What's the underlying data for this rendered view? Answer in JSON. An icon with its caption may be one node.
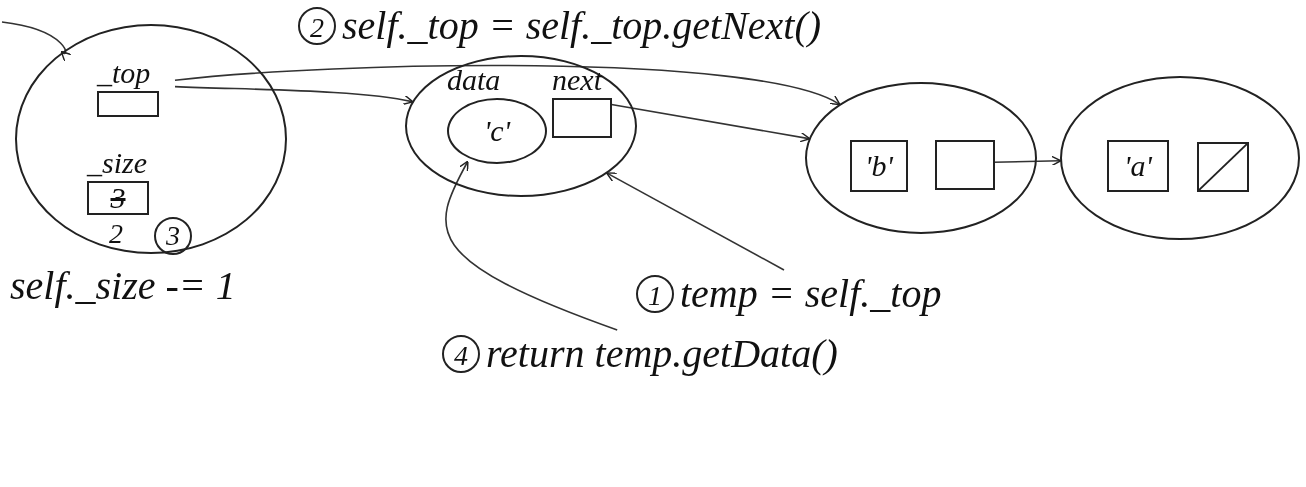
{
  "diagram": {
    "nodes": [
      {
        "text": [],
        "shape": "circle"
      },
      {
        "text": [
          "_top"
        ],
        "in": 0
      },
      {
        "text": [
          "_size",
          "3"
        ],
        "in": 0,
        "beside": [
          "2"
        ]
      },
      {
        "text": [],
        "shape": "circle"
      },
      {
        "text": [
          "data",
          "'c'"
        ],
        "in": 3
      },
      {
        "text": [
          "next"
        ],
        "in": 3
      },
      {
        "text": [],
        "shape": "circle"
      },
      {
        "text": [
          "'b'"
        ],
        "in": 6
      },
      {
        "text": [],
        "shape": "box",
        "in": 6
      },
      {
        "text": [],
        "shape": "circle"
      },
      {
        "text": [
          "'a'"
        ],
        "in": 9
      },
      {
        "text": [],
        "shape": "box",
        "in": 9
      },
      {
        "text": [
          "2",
          "self._top = self._top.getNext()"
        ]
      },
      {
        "text": [
          "1",
          "temp = self._top"
        ]
      },
      {
        "text": [
          "4",
          "return temp.getData()"
        ]
      },
      {
        "text": [
          "3"
        ],
        "in": 0
      }
    ],
    "edges": [
      {
        "from": null,
        "to": 0,
        "arrow": "to"
      },
      {
        "from": 1,
        "to": 3,
        "arrow": "to"
      },
      {
        "from": 1,
        "to": 6,
        "arrow": "to"
      },
      {
        "from": 5,
        "to": 6,
        "arrow": "to"
      },
      {
        "from": 8,
        "to": 9,
        "arrow": "to"
      },
      {
        "from": 13,
        "to": 3,
        "arrow": "to"
      },
      {
        "from": 14,
        "to": 4,
        "arrow": "to"
      }
    ],
    "labels": [
      "self._size -= 1"
    ]
  }
}
